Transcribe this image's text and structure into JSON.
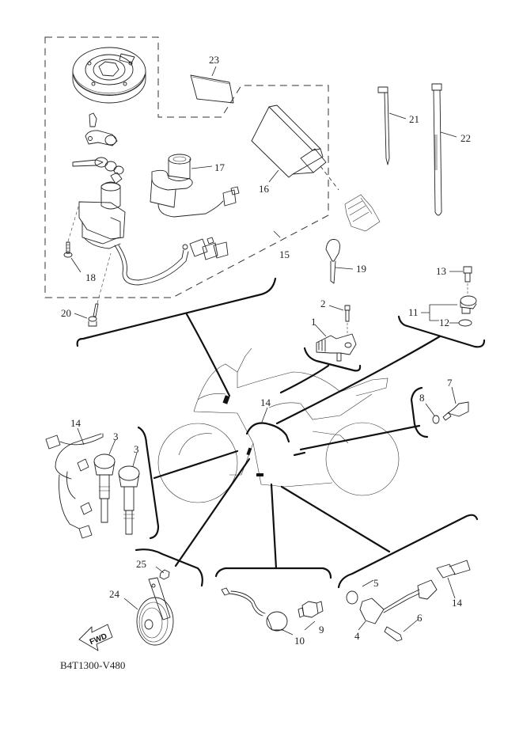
{
  "diagram": {
    "title_code": "B4T1300-V480",
    "direction_arrow_label": "FWD",
    "callouts": [
      {
        "id": "1",
        "part": "sensor-bracket"
      },
      {
        "id": "2",
        "part": "sensor-bolt"
      },
      {
        "id": "3",
        "part": "ignition-coil"
      },
      {
        "id": "4",
        "part": "speed-sensor"
      },
      {
        "id": "5",
        "part": "o-ring"
      },
      {
        "id": "6",
        "part": "bolt"
      },
      {
        "id": "7",
        "part": "temperature-sensor"
      },
      {
        "id": "8",
        "part": "gasket-washer"
      },
      {
        "id": "9",
        "part": "pressure-switch"
      },
      {
        "id": "10",
        "part": "sender-unit"
      },
      {
        "id": "11",
        "part": "position-sensor"
      },
      {
        "id": "12",
        "part": "o-ring"
      },
      {
        "id": "13",
        "part": "bolt"
      },
      {
        "id": "14",
        "part": "wire-harness"
      },
      {
        "id": "15",
        "part": "lock-set-group"
      },
      {
        "id": "16",
        "part": "ecu-module"
      },
      {
        "id": "17",
        "part": "immobilizer-unit"
      },
      {
        "id": "18",
        "part": "screw"
      },
      {
        "id": "19",
        "part": "key-blank"
      },
      {
        "id": "20",
        "part": "bolt"
      },
      {
        "id": "21",
        "part": "cable-tie"
      },
      {
        "id": "22",
        "part": "cable-tie-long"
      },
      {
        "id": "23",
        "part": "label-plate"
      },
      {
        "id": "24",
        "part": "horn"
      },
      {
        "id": "25",
        "part": "nut"
      }
    ],
    "labels": {
      "c1": "1",
      "c2": "2",
      "c3a": "3",
      "c3b": "3",
      "c4": "4",
      "c5": "5",
      "c6": "6",
      "c7": "7",
      "c8": "8",
      "c9": "9",
      "c10": "10",
      "c11": "11",
      "c12": "12",
      "c13": "13",
      "c14a": "14",
      "c14b": "14",
      "c14c": "14",
      "c15": "15",
      "c16": "16",
      "c17": "17",
      "c18": "18",
      "c19": "19",
      "c20": "20",
      "c21": "21",
      "c22": "22",
      "c23": "23",
      "c24": "24",
      "c25": "25"
    }
  }
}
